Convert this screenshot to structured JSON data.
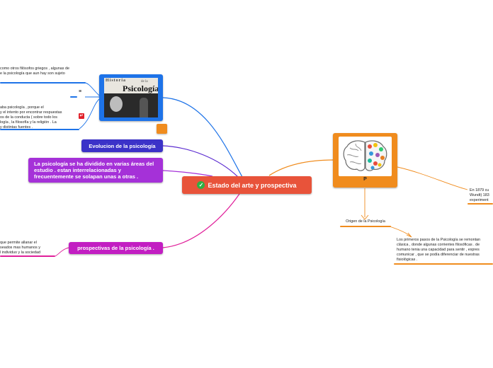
{
  "central": {
    "label": "Estado del arte y prospectiva",
    "check_icon": "check-circle-icon",
    "color": "#e8533a"
  },
  "left_branch": {
    "image_title_top": "Historia",
    "image_title_small": "de la",
    "image_title_main": "Psicología",
    "text_top": "como otros filósofos griegos , algunas de\ne la psicología que aun hay son sujeto",
    "list_icon": "list-icon",
    "pdf_icon": "pdf-icon",
    "text_mid": "aba psicología  , porque el\ny el intento por encontrar respuestas\nos de la conducta ( sobre todo los\nlogía , la filosofía y la religión . La\ny distintas fuentes ."
  },
  "evolucion": {
    "label": "Evolucion de la psicología",
    "color": "#3b32c8"
  },
  "areas": {
    "label": "La psicología se ha dividido en varias áreas del estudio . estan interrelacionadas y frecuentemente se solapan unas a otras .",
    "color": "#a531d8"
  },
  "prospectivas": {
    "label": "prospectivas de la psicología .",
    "color": "#c21ec2",
    "text": "que permite allanar el\nseados mas humanos y\nl individuo y la sociedad"
  },
  "right_branch": {
    "node_label": "P",
    "brain_icon": "brain-icon",
    "color": "#f08c1e",
    "text_right": "En 1879 cu\nWundt) 183\nexperiment",
    "origen_label": "Origen de la Psicología",
    "origen_text": "Los primeros pasos de la Psicología se remontan\nclásica , donde algunas corrientes filosóficas . de\nhumano tenia una capacidad para sentir , expres\ncomunicar , que se podía diferenciar  de nuestras\nfisiológicas ."
  },
  "colors": {
    "blue": "#1e73e8",
    "orange": "#f08c1e",
    "red_line": "#e0202a",
    "purple": "#7b22c8",
    "magenta": "#e0209a"
  }
}
